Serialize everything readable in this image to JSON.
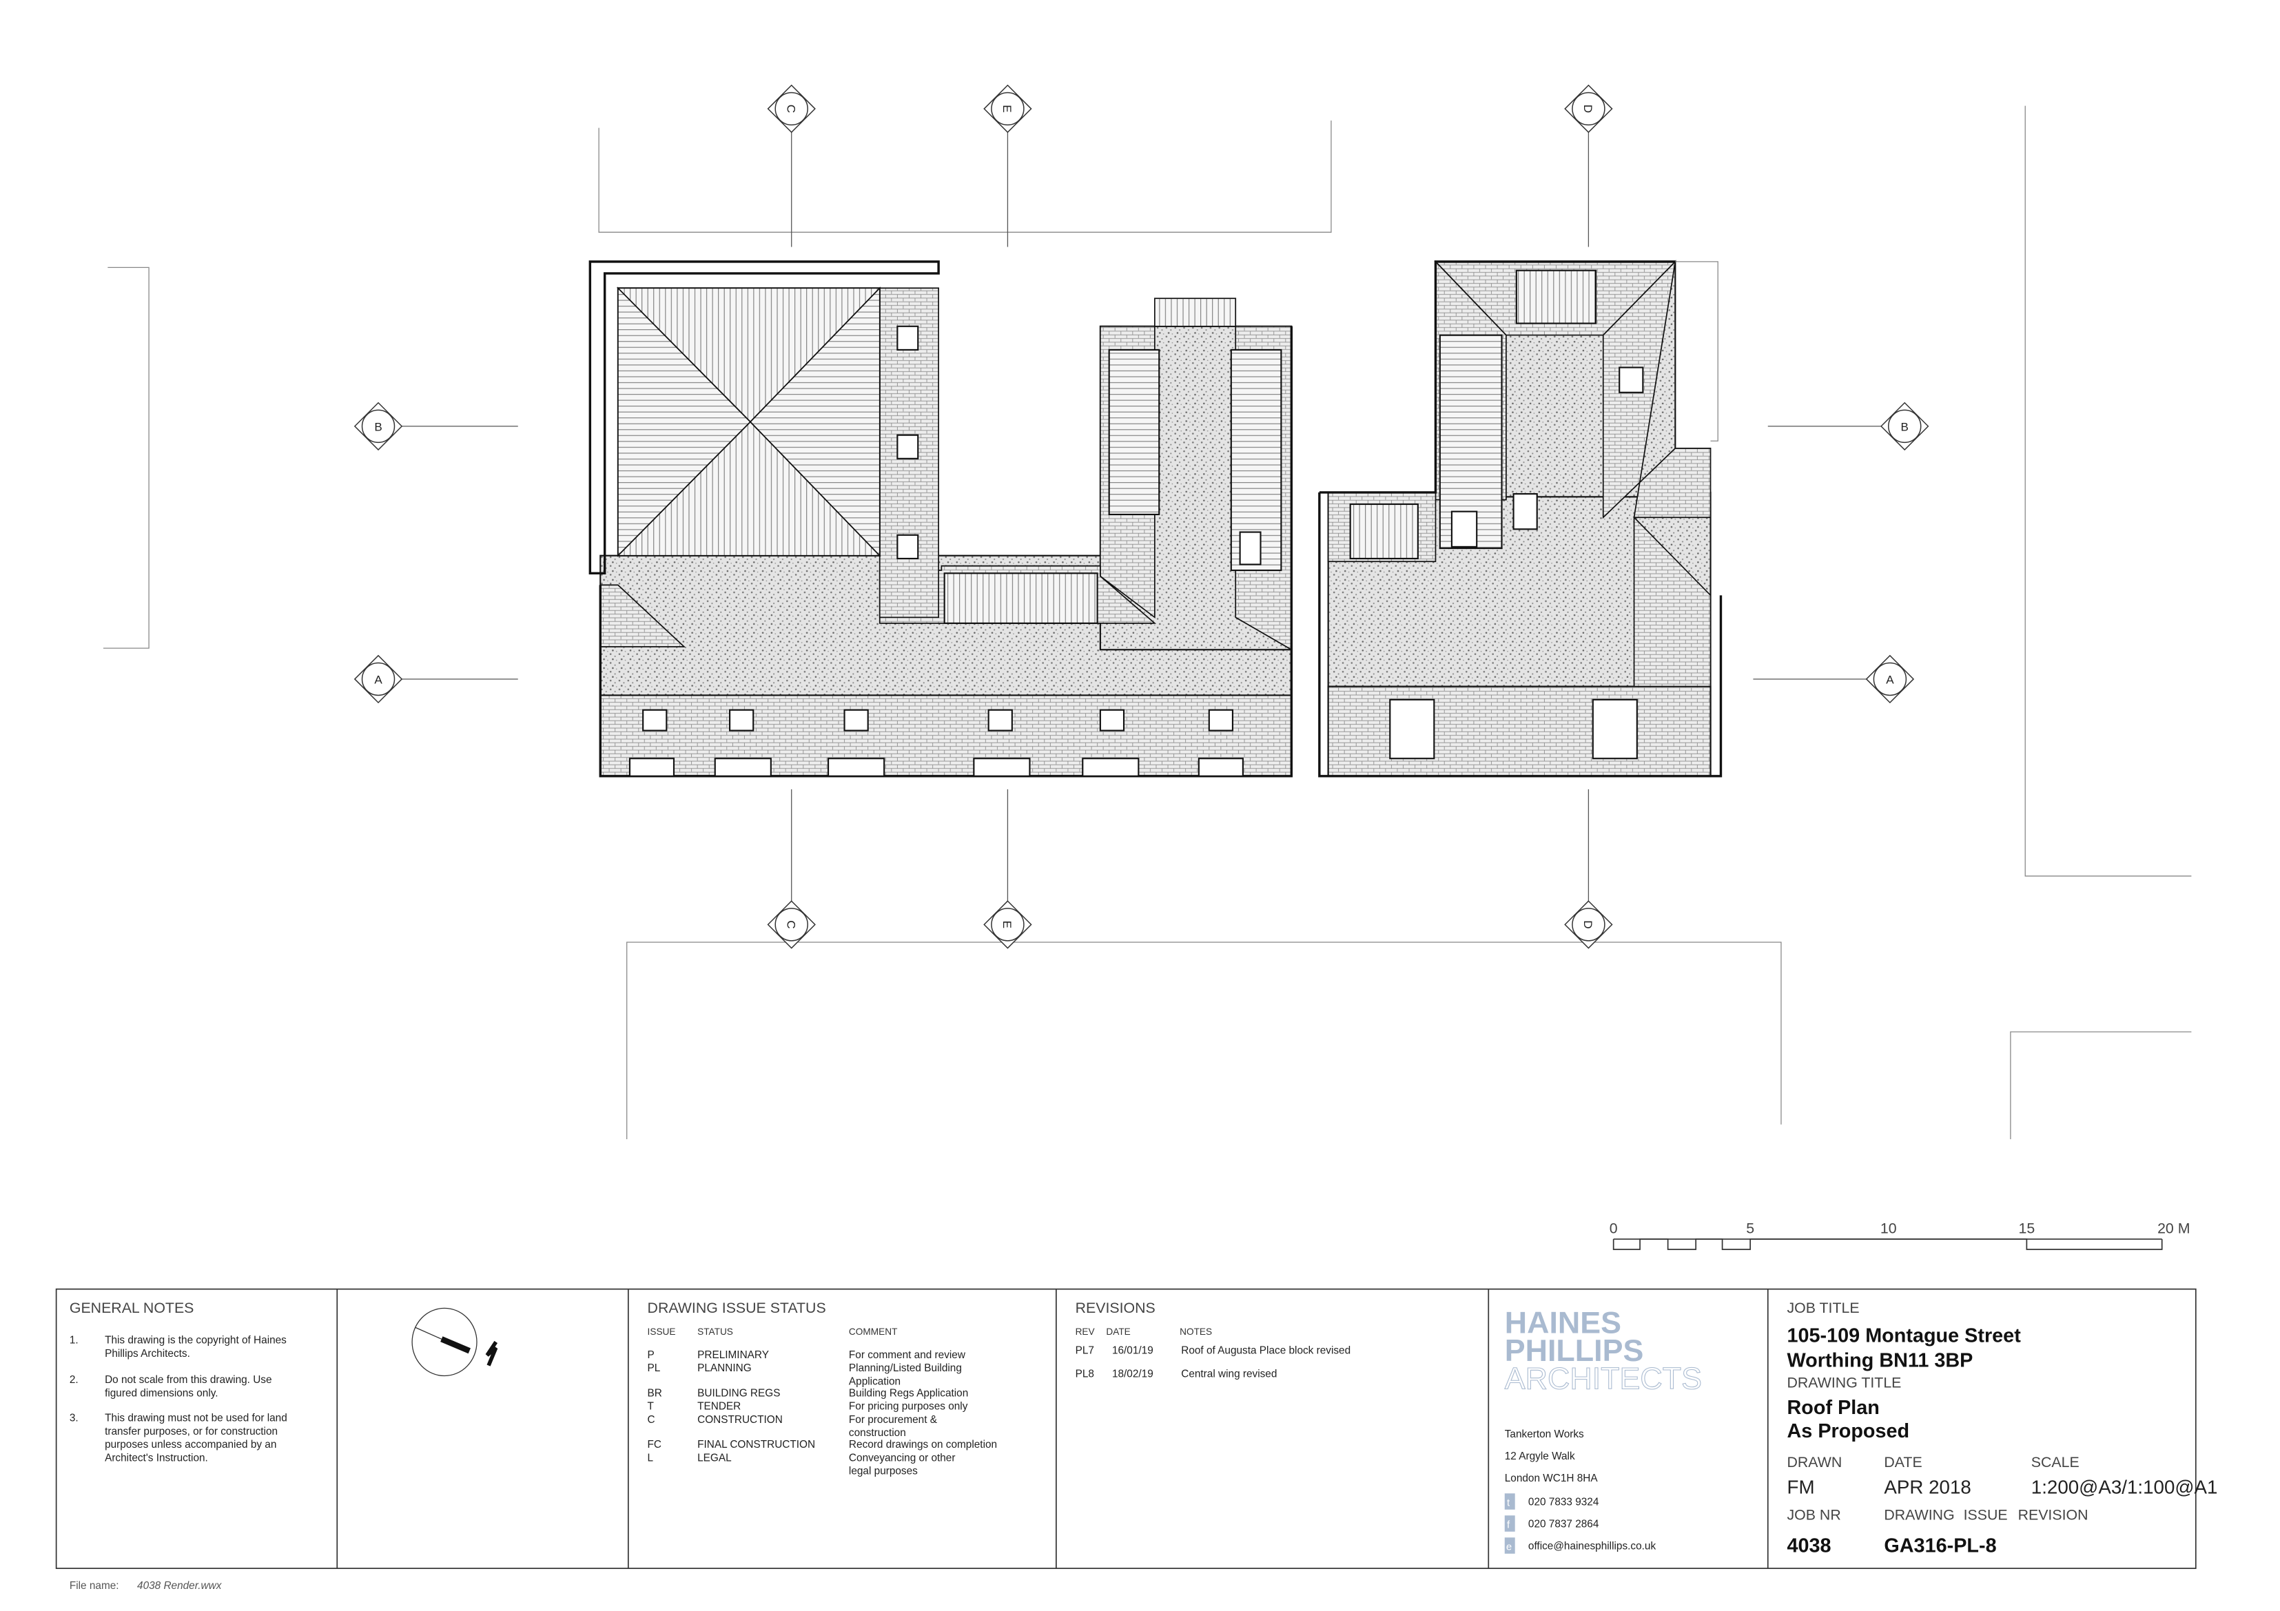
{
  "drawing": {
    "grid_markers": {
      "top": [
        "C",
        "E",
        "D"
      ],
      "bottom": [
        "C",
        "E",
        "D"
      ],
      "left": [
        "B",
        "A"
      ],
      "right": [
        "B",
        "A"
      ]
    },
    "scale_bar": {
      "labels": [
        "0",
        "5",
        "10",
        "15",
        "20 M"
      ]
    }
  },
  "general_notes": {
    "title": "GENERAL NOTES",
    "items": [
      {
        "num": "1.",
        "lines": [
          "This drawing is the copyright of Haines",
          "Phillips Architects."
        ]
      },
      {
        "num": "2.",
        "lines": [
          "Do not scale from this drawing. Use",
          "figured dimensions only."
        ]
      },
      {
        "num": "3.",
        "lines": [
          "This drawing must not be used for land",
          "transfer purposes, or for construction",
          "purposes unless accompanied by an",
          "Architect's Instruction."
        ]
      }
    ]
  },
  "north_arrow": {
    "label": "N"
  },
  "issue_status": {
    "title": "DRAWING ISSUE STATUS",
    "headers": [
      "ISSUE",
      "STATUS",
      "COMMENT"
    ],
    "rows": [
      {
        "issue": "P",
        "status": "PRELIMINARY",
        "comment": [
          "For comment and review"
        ]
      },
      {
        "issue": "PL",
        "status": "PLANNING",
        "comment": [
          "Planning/Listed Building",
          "Application"
        ]
      },
      {
        "issue": "BR",
        "status": "BUILDING REGS",
        "comment": [
          "Building Regs Application"
        ]
      },
      {
        "issue": "T",
        "status": "TENDER",
        "comment": [
          "For pricing purposes only"
        ]
      },
      {
        "issue": "C",
        "status": "CONSTRUCTION",
        "comment": [
          "For procurement &",
          "construction"
        ]
      },
      {
        "issue": "FC",
        "status": "FINAL CONSTRUCTION",
        "comment": [
          "Record drawings on completion"
        ]
      },
      {
        "issue": "L",
        "status": "LEGAL",
        "comment": [
          "Conveyancing or other",
          "legal purposes"
        ]
      }
    ]
  },
  "revisions": {
    "title": "REVISIONS",
    "headers": [
      "REV",
      "DATE",
      "NOTES"
    ],
    "rows": [
      {
        "rev": "PL7",
        "date": "16/01/19",
        "notes": "Roof of Augusta Place block revised"
      },
      {
        "rev": "PL8",
        "date": "18/02/19",
        "notes": "Central wing revised"
      }
    ]
  },
  "firm": {
    "logo": [
      "HAINES",
      "PHILLIPS",
      "ARCHITECTS"
    ],
    "address": [
      "Tankerton Works",
      "12 Argyle Walk",
      "London WC1H 8HA"
    ],
    "contacts": [
      {
        "key": "t",
        "value": "020 7833 9324"
      },
      {
        "key": "f",
        "value": "020 7837 2864"
      },
      {
        "key": "e",
        "value": "office@hainesphillips.co.uk"
      }
    ],
    "accent_color": "#a9bad0"
  },
  "title_block": {
    "job_title_label": "JOB TITLE",
    "job_title": [
      "105-109 Montague Street",
      "Worthing BN11 3BP"
    ],
    "drawing_title_label": "DRAWING TITLE",
    "drawing_title": [
      "Roof Plan",
      "As Proposed"
    ],
    "drawn_label": "DRAWN",
    "drawn": "FM",
    "date_label": "DATE",
    "date": "APR 2018",
    "scale_label": "SCALE",
    "scale": "1:200@A3/1:100@A1",
    "job_nr_label": "JOB NR",
    "job_nr": "4038",
    "drawing_label": "DRAWING",
    "issue_label": "ISSUE",
    "revision_label": "REVISION",
    "drawing_number": "GA316-PL-8"
  },
  "file_name": {
    "label": "File name:",
    "value": "4038 Render.wwx"
  }
}
